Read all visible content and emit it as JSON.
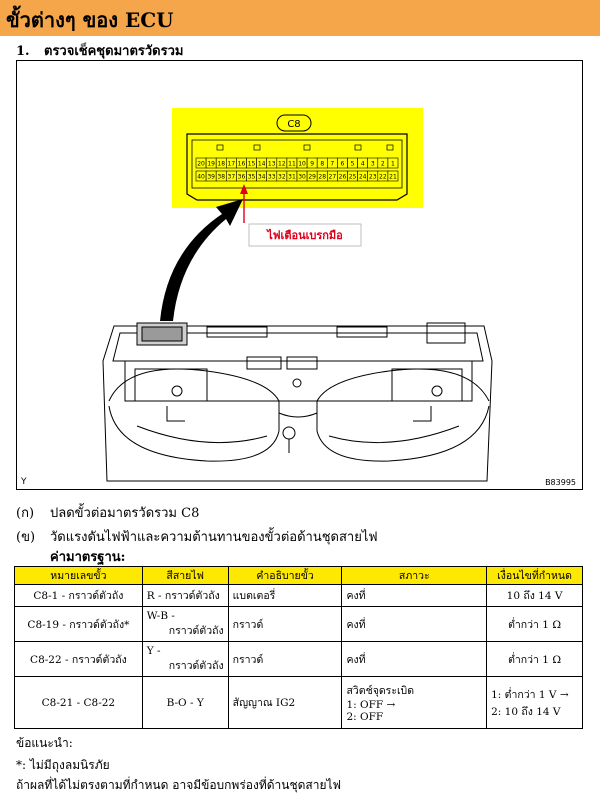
{
  "header": {
    "title": "ขั้วต่างๆ ของ ECU"
  },
  "step": {
    "number": "1.",
    "text": "ตรวจเช็คชุดมาตรวัดรวม"
  },
  "figure": {
    "connector_label": "C8",
    "top_row_pins": [
      "20",
      "19",
      "18",
      "17",
      "16",
      "15",
      "14",
      "13",
      "12",
      "11",
      "10",
      "9",
      "8",
      "7",
      "6",
      "5",
      "4",
      "3",
      "2",
      "1"
    ],
    "bottom_row_pins": [
      "40",
      "39",
      "38",
      "37",
      "36",
      "35",
      "34",
      "33",
      "32",
      "31",
      "30",
      "29",
      "28",
      "27",
      "26",
      "25",
      "24",
      "23",
      "22",
      "21"
    ],
    "callout": "ไฟเตือนเบรกมือ",
    "corner_mark": "Y",
    "figure_code": "B83995",
    "highlight_color": "#ffff00",
    "callout_color": "#e0001b"
  },
  "instructions": [
    {
      "marker": "(ก)",
      "text": "ปลดขั้วต่อมาตรวัดรวม C8"
    },
    {
      "marker": "(ข)",
      "text": "วัดแรงดันไฟฟ้าและความต้านทานของขั้วต่อด้านชุดสายไฟ"
    }
  ],
  "standard_title": "ค่ามาตรฐาน:",
  "table": {
    "headers": [
      "หมายเลขขั้ว",
      "สีสายไฟ",
      "คำอธิบายขั้ว",
      "สภาวะ",
      "เงื่อนไขที่กำหนด"
    ],
    "rows": [
      {
        "terminal": "C8-1 - กราวด์ตัวถัง",
        "wire": [
          "R - กราวด์ตัวถัง"
        ],
        "desc": "แบตเตอรี่",
        "cond": [
          "คงที่"
        ],
        "spec": [
          "10 ถึง 14 V"
        ]
      },
      {
        "terminal": "C8-19 - กราวด์ตัวถัง*",
        "wire": [
          "W-B -",
          "กราวด์ตัวถัง"
        ],
        "desc": "กราวด์",
        "cond": [
          "คงที่"
        ],
        "spec": [
          "ต่ำกว่า 1 Ω"
        ]
      },
      {
        "terminal": "C8-22 - กราวด์ตัวถัง",
        "wire": [
          "Y -",
          "กราวด์ตัวถัง"
        ],
        "desc": "กราวด์",
        "cond": [
          "คงที่"
        ],
        "spec": [
          "ต่ำกว่า 1 Ω"
        ]
      },
      {
        "terminal": "C8-21 - C8-22",
        "wire": [
          "B-O - Y"
        ],
        "desc": "สัญญาณ IG2",
        "cond": [
          "สวิตช์จุดระเบิด",
          "1: OFF →",
          "2: OFF"
        ],
        "spec": [
          "1: ต่ำกว่า 1 V →",
          "2: 10 ถึง 14 V"
        ]
      }
    ]
  },
  "notes": {
    "heading": "ข้อแนะนำ:",
    "star": "*: ไม่มีถุงลมนิรภัย",
    "line": "ถ้าผลที่ได้ไม่ตรงตามที่กำหนด อาจมีข้อบกพร่องที่ด้านชุดสายไฟ"
  }
}
